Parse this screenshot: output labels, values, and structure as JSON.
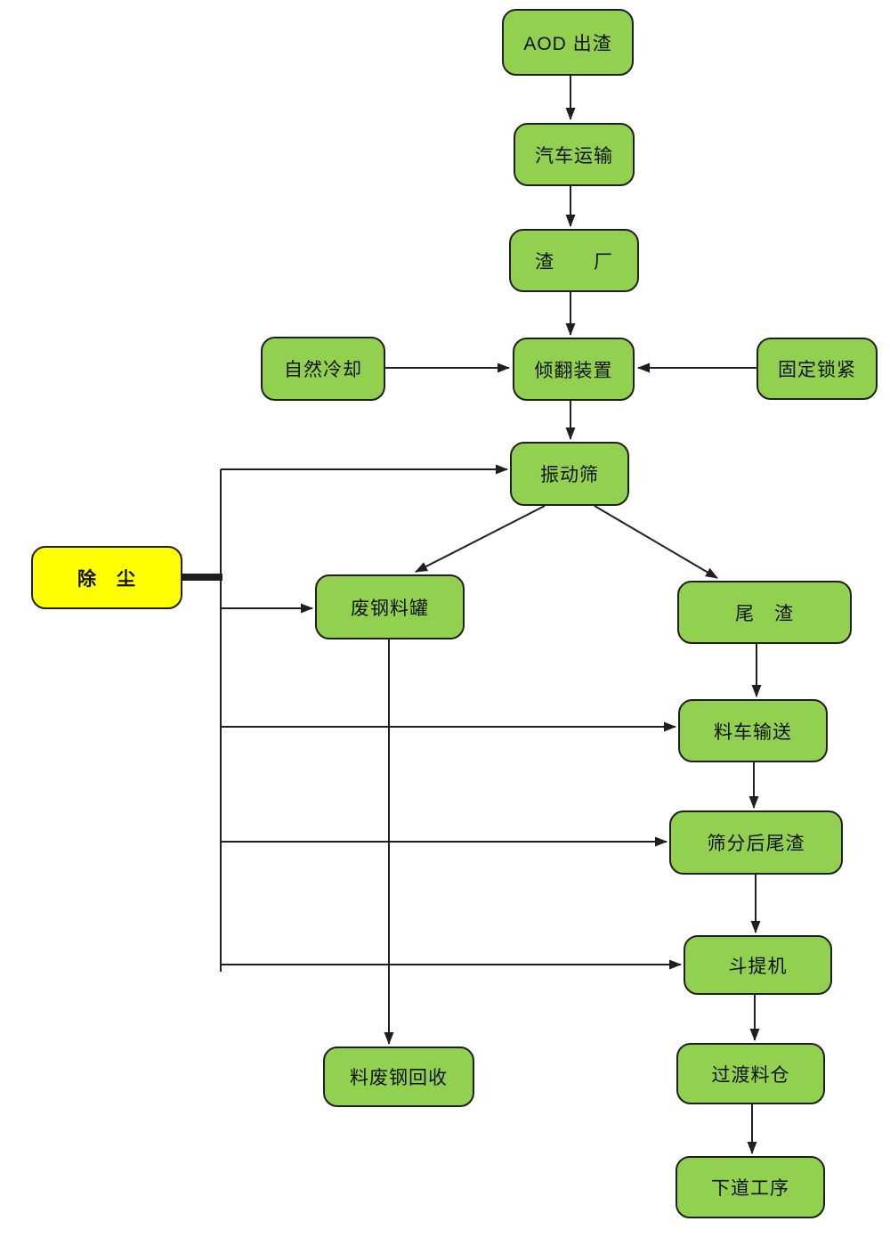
{
  "colors": {
    "background": "#ffffff",
    "node_fill": "#92d050",
    "node_border": "#1f1f1f",
    "dust_fill": "#ffff00",
    "line": "#1f1f1f"
  },
  "nodes": {
    "aod_slag": {
      "label": "AOD 出渣"
    },
    "truck_transport": {
      "label": "汽车运输"
    },
    "slag_yard": {
      "label": "渣　　厂"
    },
    "natural_cooling": {
      "label": "自然冷却"
    },
    "tilting_device": {
      "label": "倾翻装置"
    },
    "fixed_locking": {
      "label": "固定锁紧"
    },
    "vibrating_screen": {
      "label": "振动筛"
    },
    "dust_removal": {
      "label": "除　尘"
    },
    "scrap_tank": {
      "label": "废钢料罐"
    },
    "tail_slag": {
      "label": "尾　渣"
    },
    "car_transport": {
      "label": "料车输送"
    },
    "screened_tail_slag": {
      "label": "筛分后尾渣"
    },
    "bucket_elevator": {
      "label": "斗提机"
    },
    "transition_bin": {
      "label": "过渡料仓"
    },
    "next_process": {
      "label": "下道工序"
    },
    "scrap_recycle": {
      "label": "料废钢回收"
    }
  },
  "edges": [
    {
      "from": "aod_slag",
      "to": "truck_transport",
      "type": "arrow"
    },
    {
      "from": "truck_transport",
      "to": "slag_yard",
      "type": "arrow"
    },
    {
      "from": "slag_yard",
      "to": "tilting_device",
      "type": "arrow"
    },
    {
      "from": "natural_cooling",
      "to": "tilting_device",
      "type": "arrow"
    },
    {
      "from": "fixed_locking",
      "to": "tilting_device",
      "type": "arrow"
    },
    {
      "from": "tilting_device",
      "to": "vibrating_screen",
      "type": "arrow"
    },
    {
      "from": "vibrating_screen",
      "to": "scrap_tank",
      "type": "arrow"
    },
    {
      "from": "vibrating_screen",
      "to": "tail_slag",
      "type": "arrow"
    },
    {
      "from": "tail_slag",
      "to": "car_transport",
      "type": "arrow"
    },
    {
      "from": "car_transport",
      "to": "screened_tail_slag",
      "type": "arrow"
    },
    {
      "from": "screened_tail_slag",
      "to": "bucket_elevator",
      "type": "arrow"
    },
    {
      "from": "bucket_elevator",
      "to": "transition_bin",
      "type": "arrow"
    },
    {
      "from": "transition_bin",
      "to": "next_process",
      "type": "arrow"
    },
    {
      "from": "scrap_tank",
      "to": "scrap_recycle",
      "type": "arrow"
    },
    {
      "from": "dust_removal",
      "to": "vibrating_screen",
      "type": "arrow"
    },
    {
      "from": "dust_removal",
      "to": "scrap_tank",
      "type": "arrow"
    },
    {
      "from": "dust_removal",
      "to": "car_transport",
      "type": "arrow"
    },
    {
      "from": "dust_removal",
      "to": "screened_tail_slag",
      "type": "arrow"
    },
    {
      "from": "dust_removal",
      "to": "bucket_elevator",
      "type": "arrow"
    }
  ]
}
